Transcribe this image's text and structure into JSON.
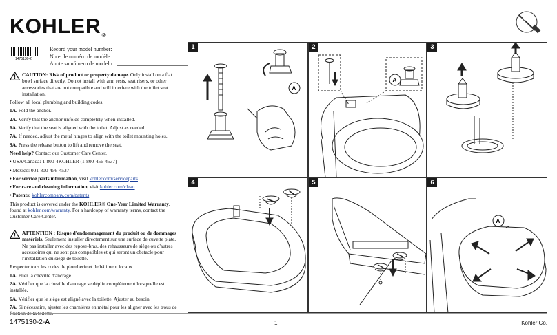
{
  "brand": {
    "logo": "KOHLER",
    "reg_mark": "®"
  },
  "barcode": {
    "number": "1475130-2"
  },
  "model_prompts": [
    "Record your model number:",
    "Noter le numéro de modèle:",
    "Anote su número de modelo:"
  ],
  "english": {
    "caution_title": "CAUTION: Risk of product or property damage.",
    "caution_body": " Only install on a flat bowl surface directly. Do not install with arm rests, seat risers, or other accessories that are not compatible and will interfere with the toilet seat installation.",
    "codes": "Follow all local plumbing and building codes.",
    "steps": [
      {
        "num": "1A.",
        "text": " Fold the anchor."
      },
      {
        "num": "2A.",
        "text": " Verify that the anchor unfolds completely when installed."
      },
      {
        "num": "6A.",
        "text": " Verify that the seat is aligned with the toilet. Adjust as needed."
      },
      {
        "num": "7A.",
        "text": " If needed, adjust the metal hinges to align with the toilet mounting holes."
      },
      {
        "num": "9A.",
        "text": " Press the release button to lift and remove the seat."
      }
    ],
    "help_title": "Need help?",
    "help_body": " Contact our Customer Care Center.",
    "phone_usa": "• USA/Canada: 1-800-4KOHLER (1-800-456-4537)",
    "phone_mexico": "• Mexico: 001-800-456-4537",
    "service_label": "• For service parts information",
    "service_mid": ", visit ",
    "service_link": "kohler.com/serviceparts",
    "service_end": ".",
    "care_label": "• For care and cleaning information",
    "care_mid": ", visit ",
    "care_link": "kohler.com/clean",
    "care_end": ".",
    "patents_label": "• Patents:",
    "patents_link": "kohlercompany.com/patents",
    "warranty_pre": "This product is covered under the ",
    "warranty_bold": "KOHLER® One-Year Limited Warranty",
    "warranty_mid": ", found at ",
    "warranty_link": "kohler.com/warranty",
    "warranty_end": ". For a hardcopy of warranty terms, contact the Customer Care Center."
  },
  "french": {
    "caution_title": "ATTENTION : Risque d'endommagement du produit ou de dommages matériels.",
    "caution_body": " Seulement installer directement sur une surface de cuvette plate. Ne pas installer avec des repose-bras, des rehausseurs de siège ou d'autres accessoires qui ne sont pas compatibles et qui seront un obstacle pour l'installation du siège de toilette.",
    "codes": "Respecter tous les codes de plomberie et de bâtiment locaux.",
    "steps": [
      {
        "num": "1A.",
        "text": " Plier la cheville d'ancrage."
      },
      {
        "num": "2A.",
        "text": " Vérifier que la cheville d'ancrage se déplie complètement lorsqu'elle est installée."
      },
      {
        "num": "6A.",
        "text": " Vérifier que le siège est aligné avec la toilette. Ajuster au besoin."
      },
      {
        "num": "7A.",
        "text": " Si nécessaire, ajuster les charnières en métal pour les aligner avec les trous de fixation de la toilette."
      }
    ]
  },
  "footer": {
    "doc_number": "1475130-2-",
    "revision": "A",
    "page": "1",
    "company": "Kohler Co."
  },
  "panels": [
    {
      "num": "1",
      "callout": "A"
    },
    {
      "num": "2",
      "callout": "A"
    },
    {
      "num": "3"
    },
    {
      "num": "4"
    },
    {
      "num": "5"
    },
    {
      "num": "6",
      "callout": "A"
    }
  ],
  "colors": {
    "accent_link": "#1a3f9c",
    "step_badge": "#1c1c1c"
  },
  "icons": [
    "screwdriver-icon",
    "caution-triangle-icon"
  ]
}
